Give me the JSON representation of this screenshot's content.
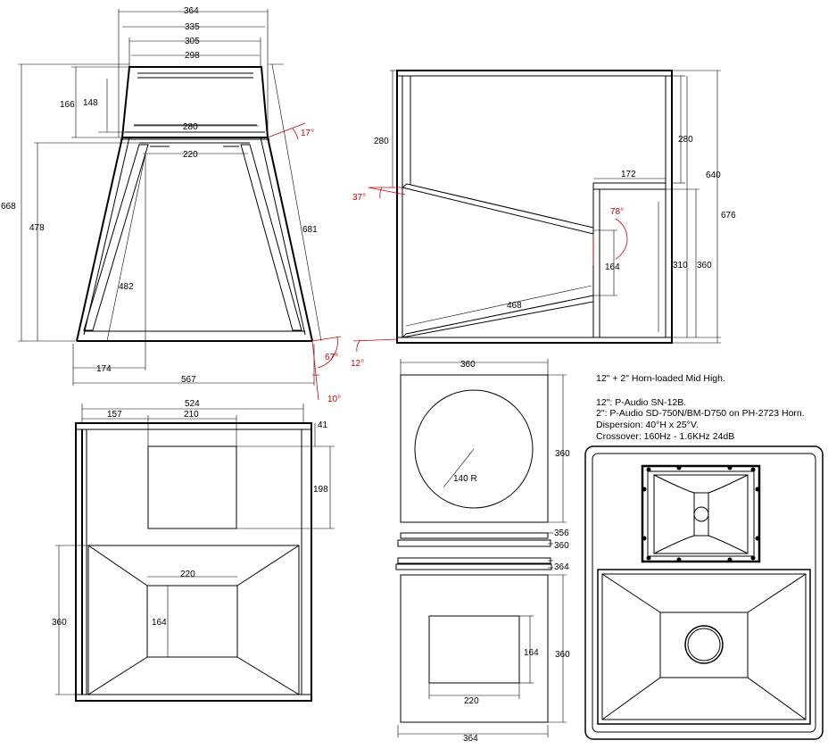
{
  "colors": {
    "lines": "#000000",
    "angle_annotations": "#d40000",
    "background": "#ffffff"
  },
  "side_view": {
    "dims": {
      "top_outer_width": "364",
      "width_335": "335",
      "width_305": "305",
      "width_298": "298",
      "height_166": "166",
      "height_148": "148",
      "width_280": "280",
      "width_220": "220",
      "height_668": "668",
      "height_478": "478",
      "diag_681": "681",
      "diag_482": "482",
      "bottom_174": "174",
      "bottom_567": "567"
    },
    "angles": {
      "a17": "17°",
      "a67": "67°",
      "a10": "10°"
    }
  },
  "section_view": {
    "dims": {
      "height_280_left": "280",
      "height_280_right": "280",
      "width_172": "172",
      "height_640": "640",
      "height_676": "676",
      "height_310": "310",
      "height_360": "360",
      "mouth_164": "164",
      "length_468": "468"
    },
    "angles": {
      "a37": "37°",
      "a78": "78°",
      "a12": "12°"
    }
  },
  "front_view": {
    "dims": {
      "width_524": "524",
      "offset_157": "157",
      "width_210": "210",
      "depth_41": "41",
      "height_198": "198",
      "height_360": "360",
      "throat_220": "220",
      "throat_164": "164"
    }
  },
  "baffle_view": {
    "dims": {
      "width_360": "360",
      "height_360": "360",
      "radius": "140 R",
      "edge_356": "356",
      "edge_360": "360",
      "edge_364": "364",
      "height_360_b": "360",
      "slot_164": "164",
      "slot_220": "220",
      "bottom_364": "364"
    }
  },
  "notes": {
    "title": "12\" + 2\" Horn-loaded Mid High.",
    "line1": "12\": P-Audio SN-12B.",
    "line2": "2\": P-Audio SD-750N/BM-D750 on PH-2723 Horn.",
    "line3": "Dispersion: 40°H x 25°V.",
    "line4": "Crossover: 160Hz - 1.6KHz 24dB"
  }
}
